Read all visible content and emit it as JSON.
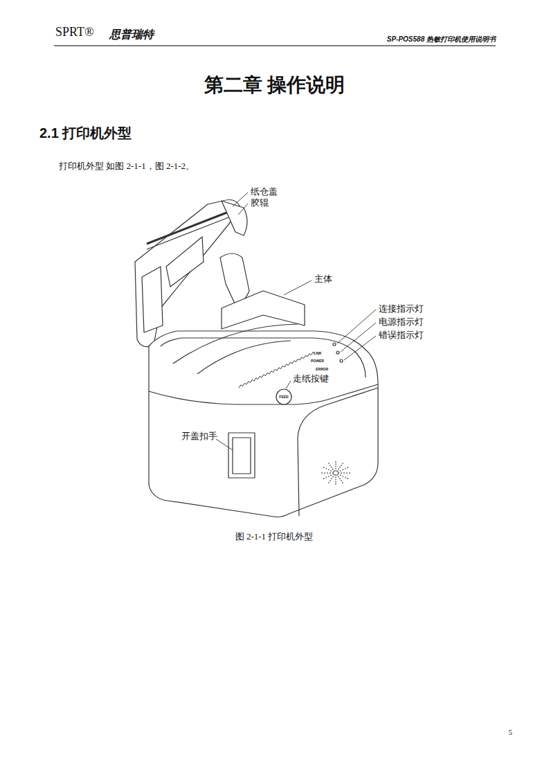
{
  "diagram": {
    "title": "第二章 操作说明",
    "caption": "图 2-1-1 打印机外型",
    "labels": [
      "SPRT®",
      "思普瑞特",
      "SP-POS588 热敏打印机使用说明书",
      "2.1 打印机外型",
      "打印机外型 如图 2-1-1，图 2-1-2。",
      "纸仓盖",
      "胶辊",
      "主体",
      "连接指示灯",
      "电源指示灯",
      "错误指示灯",
      "LINK",
      "POWER",
      "ERROR",
      "FEED",
      "走纸按键",
      "开盖扣手",
      "5"
    ]
  }
}
